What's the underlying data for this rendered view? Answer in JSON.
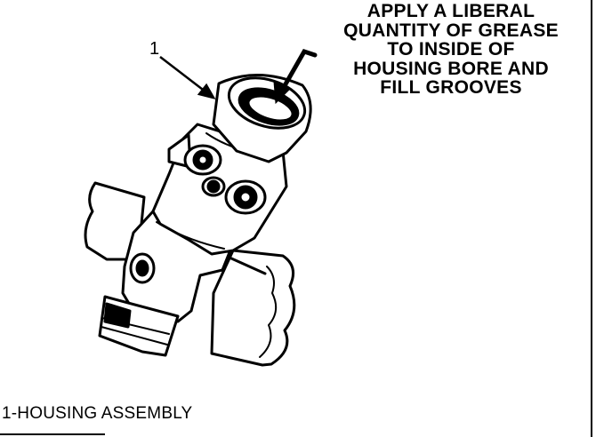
{
  "note": {
    "lines": [
      "APPLY A LIBERAL",
      "QUANTITY OF GREASE",
      "TO INSIDE OF",
      "HOUSING BORE AND",
      "FILL GROOVES"
    ]
  },
  "callout": {
    "number": "1"
  },
  "legend": {
    "text": "1-HOUSING ASSEMBLY"
  }
}
